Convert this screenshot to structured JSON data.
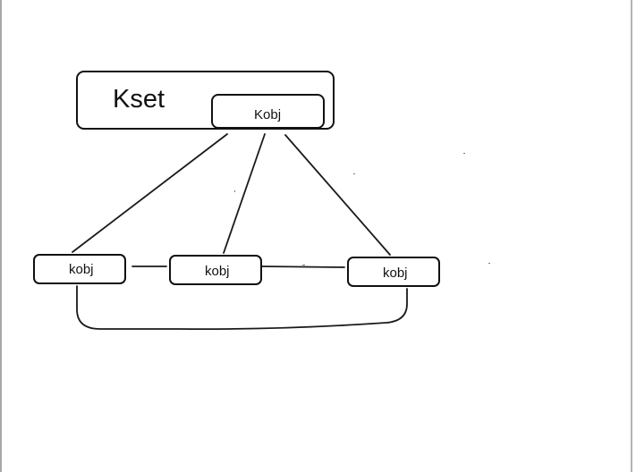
{
  "diagram": {
    "container": {
      "label": "Kset"
    },
    "container_member": {
      "label": "Kobj"
    },
    "children": [
      {
        "label": "kobj"
      },
      {
        "label": "kobj"
      },
      {
        "label": "kobj"
      }
    ]
  },
  "colors": {
    "stroke": "#111111",
    "background": "#ffffff",
    "frame": "#a9a9a9"
  }
}
